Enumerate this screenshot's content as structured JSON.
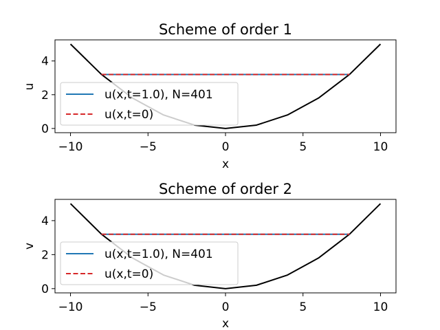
{
  "chart_data": [
    {
      "type": "line",
      "title": "Scheme of order 1",
      "xlabel": "x",
      "ylabel": "u",
      "xlim": [
        -11,
        11
      ],
      "ylim": [
        -0.25,
        5.25
      ],
      "xticks": [
        -10,
        -5,
        0,
        5,
        10
      ],
      "xtick_labels": [
        "−10",
        "−5",
        "0",
        "5",
        "10"
      ],
      "yticks": [
        0,
        2,
        4
      ],
      "ytick_labels": [
        "0",
        "2",
        "4"
      ],
      "grid": false,
      "legend_position": "lower-left",
      "series": [
        {
          "name": "u(x,t=1.0), N=401",
          "color": "#1f77b4",
          "style": "solid",
          "x": [
            -8,
            8
          ],
          "y": [
            3.2,
            3.2
          ]
        },
        {
          "name": "u(x,t=0)",
          "color": "#d62728",
          "style": "dashed",
          "x": [
            -8,
            8
          ],
          "y": [
            3.2,
            3.2
          ]
        },
        {
          "color": "#000000",
          "style": "solid",
          "x": [
            -10,
            -8,
            -6,
            -4,
            -2,
            0,
            2,
            4,
            6,
            8,
            10
          ],
          "y": [
            5.0,
            3.2,
            1.8,
            0.8,
            0.2,
            0.0,
            0.2,
            0.8,
            1.8,
            3.2,
            5.0
          ]
        }
      ]
    },
    {
      "type": "line",
      "title": "Scheme of order 2",
      "xlabel": "x",
      "ylabel": "v",
      "xlim": [
        -11,
        11
      ],
      "ylim": [
        -0.25,
        5.25
      ],
      "xticks": [
        -10,
        -5,
        0,
        5,
        10
      ],
      "xtick_labels": [
        "−10",
        "−5",
        "0",
        "5",
        "10"
      ],
      "yticks": [
        0,
        2,
        4
      ],
      "ytick_labels": [
        "0",
        "2",
        "4"
      ],
      "grid": false,
      "legend_position": "lower-left",
      "series": [
        {
          "name": "u(x,t=1.0), N=401",
          "color": "#1f77b4",
          "style": "solid",
          "x": [
            -8,
            8
          ],
          "y": [
            3.2,
            3.2
          ]
        },
        {
          "name": "u(x,t=0)",
          "color": "#d62728",
          "style": "dashed",
          "x": [
            -8,
            8
          ],
          "y": [
            3.2,
            3.2
          ]
        },
        {
          "color": "#000000",
          "style": "solid",
          "x": [
            -10,
            -8,
            -6,
            -4,
            -2,
            0,
            2,
            4,
            6,
            8,
            10
          ],
          "y": [
            5.0,
            3.2,
            1.8,
            0.8,
            0.2,
            0.0,
            0.2,
            0.8,
            1.8,
            3.2,
            5.0
          ]
        }
      ]
    }
  ]
}
